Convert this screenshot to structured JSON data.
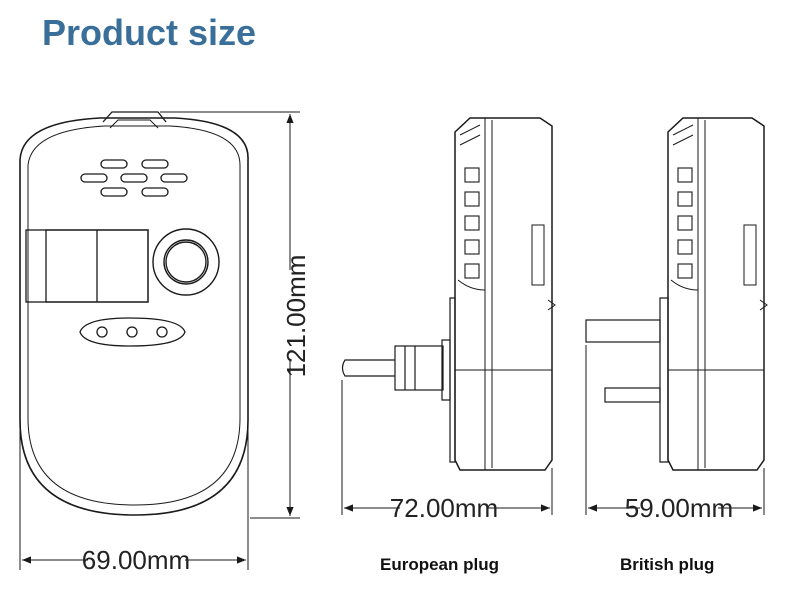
{
  "title": "Product size",
  "dimensions": {
    "height": "121.00mm",
    "width": "69.00mm",
    "depth_european": "72.00mm",
    "depth_british": "59.00mm"
  },
  "captions": {
    "european": "European plug",
    "british": "British plug"
  },
  "colors": {
    "title": "#3a6f9a",
    "line": "#1a1a1a"
  }
}
